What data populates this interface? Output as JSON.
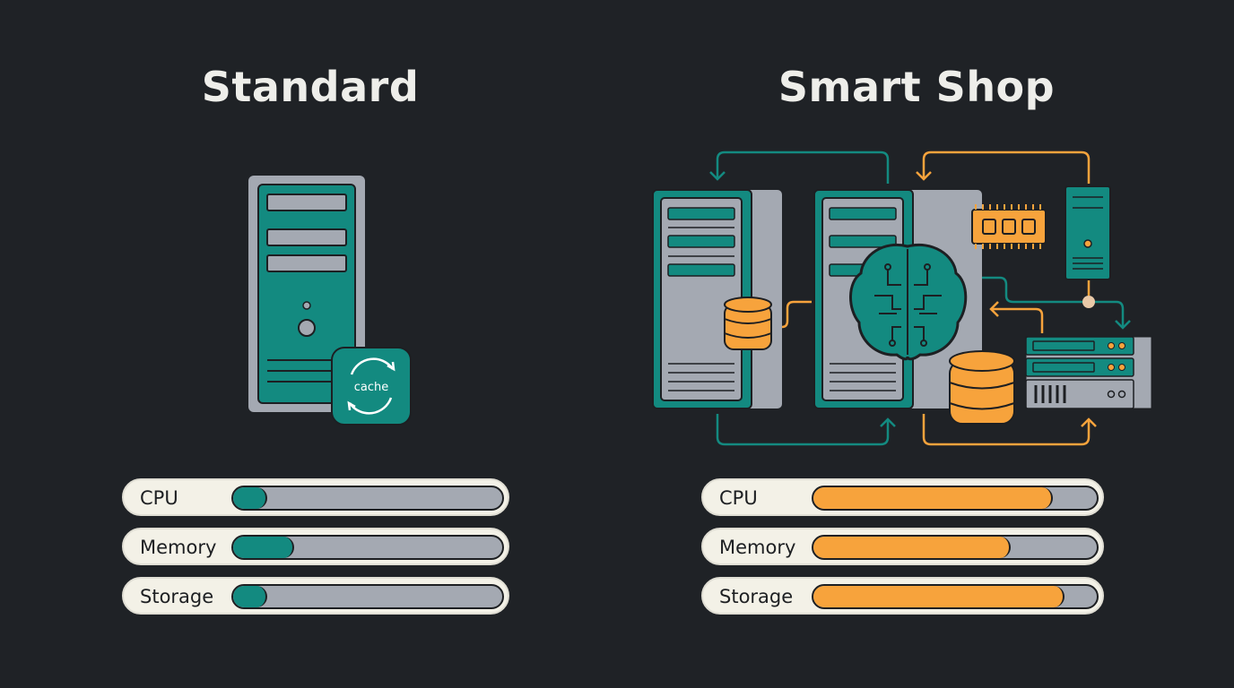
{
  "colors": {
    "background": "#1f2226",
    "teal": "#138a80",
    "gray": "#a4a9b2",
    "orange": "#f7a33c",
    "cream": "#f3f1e7"
  },
  "standard": {
    "title": "Standard",
    "cache_badge": {
      "label": "cache",
      "icon": "refresh-icon"
    },
    "metrics": [
      {
        "label": "CPU",
        "percent": 12
      },
      {
        "label": "Memory",
        "percent": 22
      },
      {
        "label": "Storage",
        "percent": 12
      }
    ]
  },
  "smart_shop": {
    "title": "Smart Shop",
    "icons": [
      "server-tower-icon",
      "database-icon",
      "brain-circuit-icon",
      "ram-chip-icon",
      "rack-server-icon"
    ],
    "metrics": [
      {
        "label": "CPU",
        "percent": 84
      },
      {
        "label": "Memory",
        "percent": 69
      },
      {
        "label": "Storage",
        "percent": 88
      }
    ]
  }
}
